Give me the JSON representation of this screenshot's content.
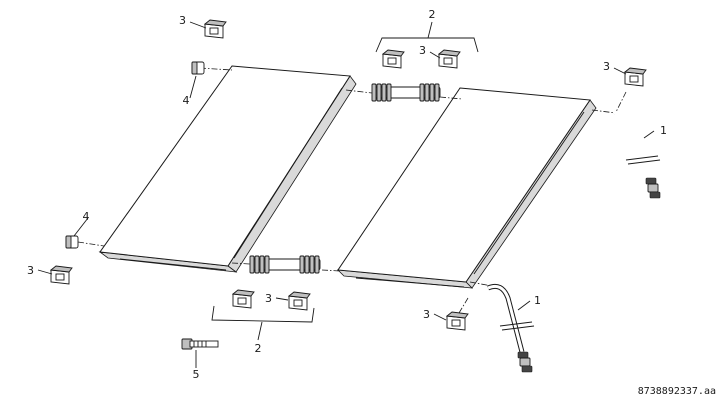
{
  "diagram": {
    "reference_code": "8738892337.aa",
    "callouts": {
      "c1a": "1",
      "c1b": "1",
      "c2a": "2",
      "c2b": "2",
      "c3a": "3",
      "c3b": "3",
      "c3c": "3",
      "c3d": "3",
      "c3e": "3",
      "c3f": "3",
      "c4a": "4",
      "c4b": "4",
      "c5": "5"
    }
  }
}
